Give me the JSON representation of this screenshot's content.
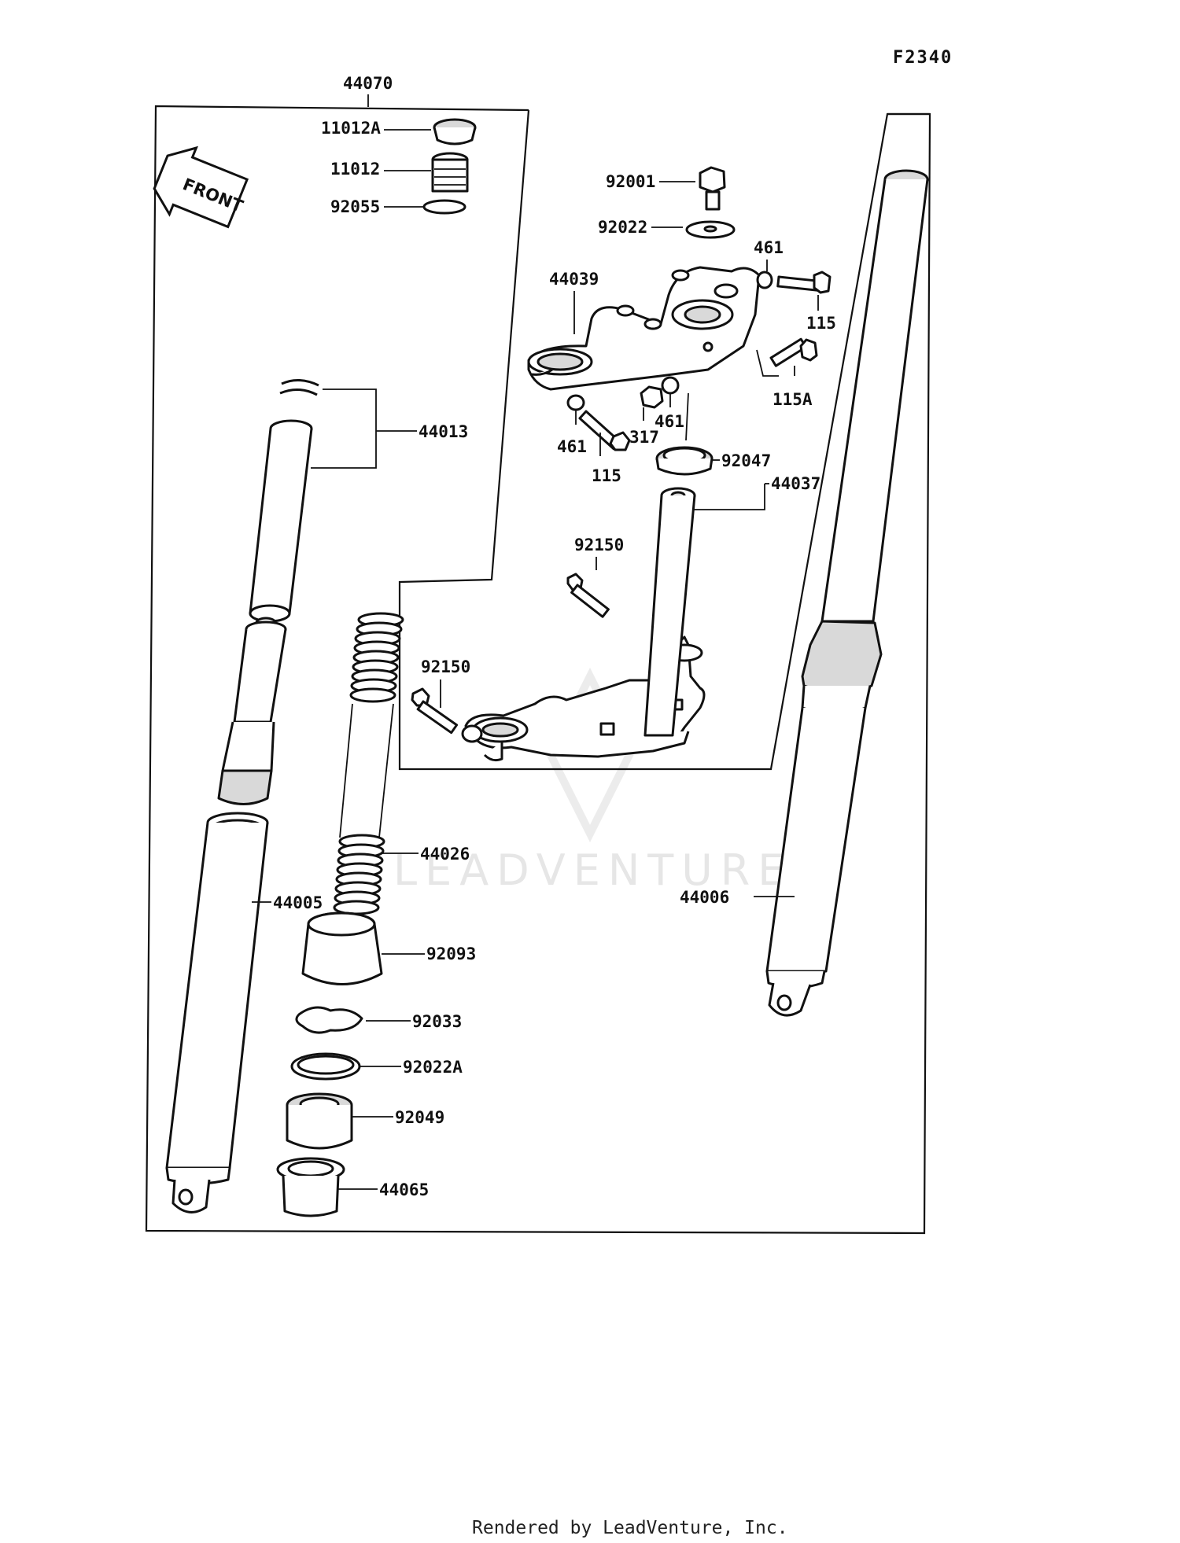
{
  "diagram_code": "F2340",
  "watermark": "LEADVENTURE",
  "front_label": "FRONT",
  "footer": "Rendered by LeadVenture, Inc.",
  "parts": {
    "p44070": "44070",
    "p11012A": "11012A",
    "p11012": "11012",
    "p92055": "92055",
    "p44013": "44013",
    "p92001": "92001",
    "p92022": "92022",
    "p461a": "461",
    "p44039": "44039",
    "p115a": "115",
    "p115A": "115A",
    "p461b": "461",
    "p317": "317",
    "p461c": "461",
    "p115b": "115",
    "p92047": "92047",
    "p44037": "44037",
    "p92150a": "92150",
    "p92150b": "92150",
    "p44026": "44026",
    "p44005": "44005",
    "p44006": "44006",
    "p92093": "92093",
    "p92033": "92033",
    "p92022A": "92022A",
    "p92049": "92049",
    "p44065": "44065"
  }
}
